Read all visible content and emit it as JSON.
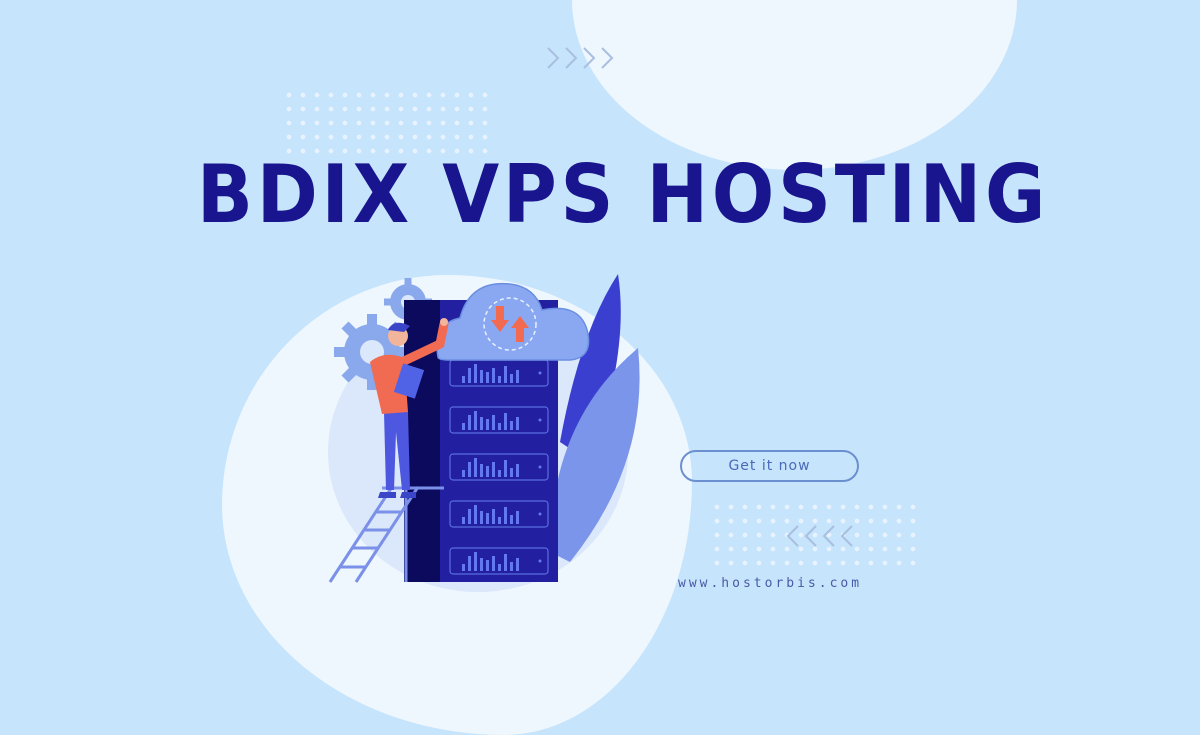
{
  "banner": {
    "title": "BDIX VPS HOSTING",
    "cta_label": "Get it now",
    "website": "www.hostorbis.com"
  },
  "decor": {
    "chevrons_top": "right-chevrons-icon",
    "chevrons_bottom": "left-chevrons-icon",
    "illustration": "server-cloud-illustration"
  },
  "colors": {
    "background": "#c6e4fb",
    "title": "#18158e",
    "server": "#221fa0",
    "cloud": "#7d9ff0",
    "arrows": "#f26a4f",
    "accent": "#6c8fd0"
  }
}
